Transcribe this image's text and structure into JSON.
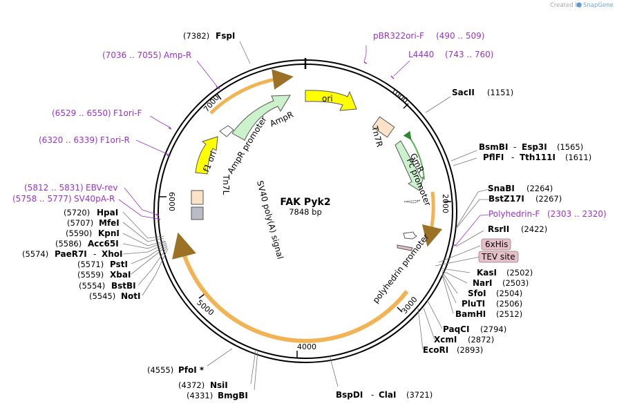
{
  "credit": {
    "text": "Created by",
    "brand": "SnapGene"
  },
  "plasmid": {
    "name": "FAK Pyk2",
    "length": "7848 bp"
  },
  "ticks": [
    "1000",
    "2000",
    "3000",
    "4000",
    "5000",
    "6000",
    "7000"
  ],
  "features": {
    "ori": "ori",
    "ampr": "AmpR",
    "ampr_promoter": "AmpR promoter",
    "f1_ori": "f1 ori",
    "sv40": "SV40 poly(A) signal",
    "tn7l": "Tn7L",
    "tn7r": "Tn7R",
    "gmr": "GmR",
    "pc_promoter": "Pc promoter",
    "polyhedrin_promoter": "polyhedrin promoter"
  },
  "colors": {
    "backbone": "#000000",
    "cds_orange": "#f0a637",
    "ori_yellow": "#ffff00",
    "ampr_green": "#ccf2cc",
    "gmr_green": "#ccf2cc",
    "tn7_peach": "#fce2c6",
    "primer_purple": "#9b30d0",
    "tag_pink": "#e5c0c9"
  },
  "labels": {
    "fspi": {
      "name": "FspI",
      "pos": "(7382)"
    },
    "pbr322": {
      "name": "pBR322ori-F",
      "pos": "(490 .. 509)"
    },
    "l4440": {
      "name": "L4440",
      "pos": "(743 .. 760)"
    },
    "ampr_primer": {
      "name": "Amp-R",
      "pos": "(7036 .. 7055)"
    },
    "f1ori_f": {
      "name": "F1ori-F",
      "pos": "(6529 .. 6550)"
    },
    "f1ori_r": {
      "name": "F1ori-R",
      "pos": "(6320 .. 6339)"
    },
    "ebv_rev": {
      "name": "EBV-rev",
      "pos": "(5812 .. 5831)"
    },
    "sv40pa_r": {
      "name": "SV40pA-R",
      "pos": "(5758 .. 5777)"
    },
    "saci": {
      "name": "SacII",
      "pos": "(1151)"
    },
    "bsmbi": {
      "name": "BsmBI",
      "sep": "-",
      "name2": "Esp3I",
      "pos": "(1565)"
    },
    "pflfi": {
      "name": "PflFI",
      "sep": "-",
      "name2": "Tth111I",
      "pos": "(1611)"
    },
    "snabi": {
      "name": "SnaBI",
      "pos": "(2264)"
    },
    "bstz17i": {
      "name": "BstZ17I",
      "pos": "(2267)"
    },
    "polyhedrin_f": {
      "name": "Polyhedrin-F",
      "pos": "(2303 .. 2320)"
    },
    "rsrii": {
      "name": "RsrII",
      "pos": "(2422)"
    },
    "his6": {
      "name": "6xHis"
    },
    "tev": {
      "name": "TEV site"
    },
    "kasi": {
      "name": "KasI",
      "pos": "(2502)"
    },
    "nari": {
      "name": "NarI",
      "pos": "(2503)"
    },
    "sfoi": {
      "name": "SfoI",
      "pos": "(2504)"
    },
    "pluti": {
      "name": "PluTI",
      "pos": "(2506)"
    },
    "bamhi": {
      "name": "BamHI",
      "pos": "(2512)"
    },
    "paqci": {
      "name": "PaqCI",
      "pos": "(2794)"
    },
    "xcmi": {
      "name": "XcmI",
      "pos": "(2872)"
    },
    "ecori": {
      "name": "EcoRI",
      "pos": "(2893)"
    },
    "bspdi": {
      "name": "BspDI",
      "sep": "-",
      "name2": "ClaI",
      "pos": "(3721)"
    },
    "nsii": {
      "name": "NsiI",
      "pos": "(4372)"
    },
    "bmgbi": {
      "name": "BmgBI",
      "pos": "(4331)"
    },
    "pfoi": {
      "name": "PfoI *",
      "pos": "(4555)"
    },
    "hpai": {
      "name": "HpaI",
      "pos": "(5720)"
    },
    "mfei": {
      "name": "MfeI",
      "pos": "(5707)"
    },
    "kpni": {
      "name": "KpnI",
      "pos": "(5590)"
    },
    "acc65i": {
      "name": "Acc65I",
      "pos": "(5586)"
    },
    "paer7i": {
      "name": "PaeR7I",
      "sep": "-",
      "name2": "XhoI",
      "pos": "(5574)"
    },
    "psti": {
      "name": "PstI",
      "pos": "(5571)"
    },
    "xbai": {
      "name": "XbaI",
      "pos": "(5559)"
    },
    "bstbi": {
      "name": "BstBI",
      "pos": "(5554)"
    },
    "noti": {
      "name": "NotI",
      "pos": "(5545)"
    }
  }
}
